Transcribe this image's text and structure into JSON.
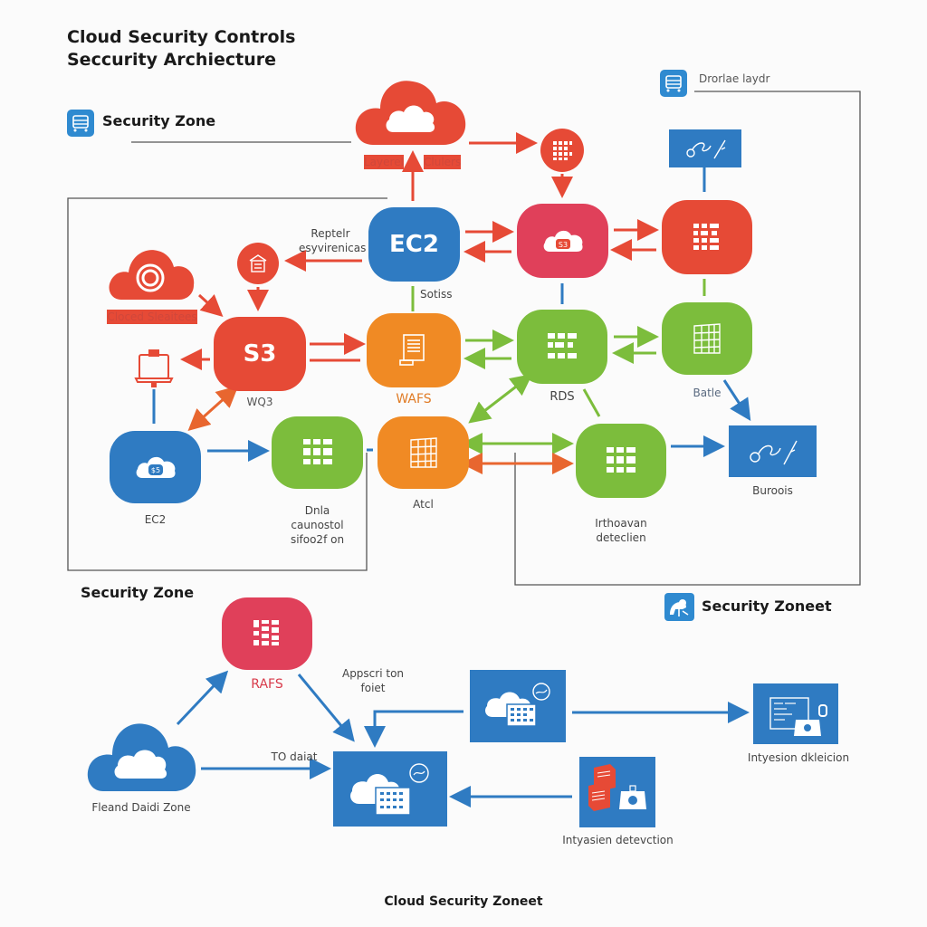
{
  "header": {
    "title_line1": "Cloud Security Controls",
    "title_line2": "Seccurity Archiecture"
  },
  "legend": {
    "top_left_zone": "Security Zone",
    "top_right_layer": "Drorlae laydr",
    "middle_left_zone": "Security Zone",
    "middle_right_zone": "Security Zoneet",
    "footer": "Cloud Security Zoneet"
  },
  "nodes": {
    "layered_clouds": {
      "label_left": "Layerel",
      "label_right": "Clulers",
      "icon": "cloud-icon"
    },
    "top_grid_circle": {
      "icon": "grid-icon"
    },
    "top_blue_box": {
      "icon": "signature-icon"
    },
    "ec2_top": {
      "text": "EC2",
      "side_label_top": "Reptelr",
      "side_label_bottom": "esyvirenicas",
      "below_label": "Sotiss"
    },
    "pink_cloud": {
      "icon": "cloud-lock-icon"
    },
    "red_grid": {
      "icon": "grid-icon"
    },
    "closed_clouds": {
      "label": "Cloced Sleaitees",
      "icon": "target-icon"
    },
    "building_circle": {
      "icon": "building-icon"
    },
    "s3": {
      "text": "S3",
      "label": "WQ3"
    },
    "wafs": {
      "label": "WAFS",
      "icon": "document-icon"
    },
    "rds": {
      "label": "RDS",
      "icon": "grid-icon"
    },
    "green_table": {
      "label": "Batle",
      "icon": "table-icon"
    },
    "clipboard": {
      "icon": "clipboard-icon"
    },
    "ec2_bottom": {
      "label": "EC2",
      "icon": "cloud-lock-icon"
    },
    "data_classification": {
      "label_lines": [
        "Dnla",
        "caunostol",
        "sifoo2f on"
      ],
      "icon": "grid-icon"
    },
    "atd": {
      "label": "Atcl",
      "icon": "table-icon"
    },
    "intrusion_green": {
      "label_lines": [
        "Irthoavan",
        "deteclien"
      ],
      "icon": "grid-icon"
    },
    "buroois": {
      "label": "Buroois",
      "icon": "signature-icon"
    },
    "rafs": {
      "label": "RAFS",
      "icon": "grid-icon"
    },
    "app_forest": {
      "label_lines": [
        "Appscri ton",
        "foiet"
      ]
    },
    "found_data_zone": {
      "label": "Fleand Daidi Zone",
      "icon": "cloud-icon"
    },
    "to_dataset": {
      "label": "TO daiat"
    },
    "center_app_box": {
      "icon": "cloud-calendar-icon"
    },
    "top_app_box": {
      "icon": "cloud-calendar-icon"
    },
    "intrusion_right": {
      "label": "Intyesion dkleicion",
      "icon": "terminal-lock-icon"
    },
    "intrusion_bottom": {
      "label": "Intyasien detevction",
      "icon": "server-lock-icon"
    }
  },
  "colors": {
    "blue": "#2f7bc2",
    "red": "#e64a36",
    "pink": "#e0405a",
    "orange": "#f08a24",
    "green": "#7cbd3c",
    "frame": "#555555"
  }
}
